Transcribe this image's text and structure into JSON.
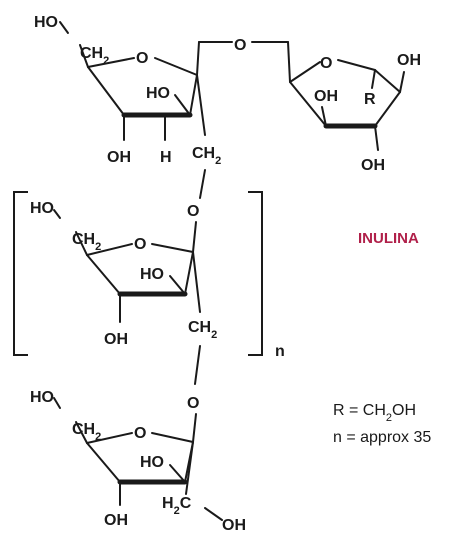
{
  "labels": {
    "ho": "HO",
    "oh": "OH",
    "o": "O",
    "h": "H",
    "r": "R",
    "ch2": "CH",
    "h2c_h": "H",
    "h2c_c": "C",
    "sub2": "2",
    "n": "n"
  },
  "title": {
    "text": "INULINA",
    "color": "#b0204a"
  },
  "legend": {
    "r_text": "R = CH",
    "r_sub": "2",
    "r_tail": "OH",
    "n_text": "n = approx 35"
  }
}
